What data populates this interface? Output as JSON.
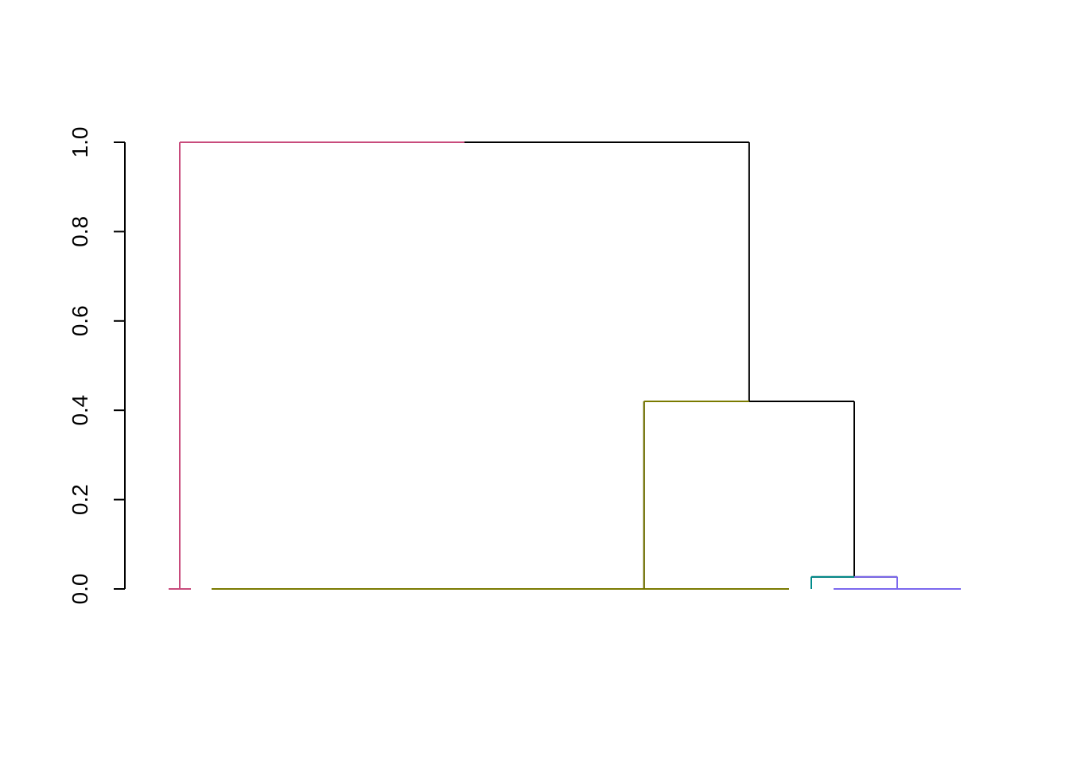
{
  "chart_data": {
    "type": "dendrogram",
    "title": "",
    "xlabel": "",
    "ylabel": "",
    "ylim": [
      0,
      1
    ],
    "y_ticks": [
      0.0,
      0.2,
      0.4,
      0.6,
      0.8,
      1.0
    ],
    "y_tick_labels": [
      "0.0",
      "0.2",
      "0.4",
      "0.6",
      "0.8",
      "1.0"
    ],
    "grid": false,
    "legend": "none",
    "leaf_order": [
      1,
      2,
      3,
      4,
      5,
      6,
      7
    ],
    "merges": [
      {
        "id": "m_a",
        "children": [
          "leaf:1",
          "leaf:2"
        ],
        "height": 0.0,
        "color": "#C84B7C"
      },
      {
        "id": "m_b",
        "children": [
          "leaf:3",
          "leaf:4"
        ],
        "height": 0.0,
        "color": "#7A7A00"
      },
      {
        "id": "m_c",
        "children": [
          "leaf:5",
          "leaf:6"
        ],
        "height": 0.0,
        "color": "#7A7A00"
      },
      {
        "id": "m_d",
        "children": [
          "m_b",
          "m_c"
        ],
        "height": 0.0,
        "color": "#7A7A00"
      },
      {
        "id": "m_e",
        "children": [
          "m_d",
          "leaf:7"
        ],
        "height": 0.0,
        "color": "#7A7A00"
      },
      {
        "id": "m_f",
        "children": [
          "leaf:8",
          "leaf:9"
        ],
        "height": 0.0,
        "color": "#008B8B"
      },
      {
        "id": "m_g",
        "children": [
          "leaf:10",
          "leaf:11"
        ],
        "height": 0.0,
        "color": "#7B68EE"
      },
      {
        "id": "m_h",
        "children": [
          "m_f",
          "m_g"
        ],
        "height": 0.027,
        "color": "#000000"
      },
      {
        "id": "m_i",
        "children": [
          "m_e",
          "m_h"
        ],
        "height": 0.42,
        "color": "#000000"
      },
      {
        "id": "m_j",
        "children": [
          "m_a",
          "m_i"
        ],
        "height": 1.0,
        "color": "#000000"
      }
    ],
    "colors": {
      "cluster1": "#C84B7C",
      "cluster2": "#7A7A00",
      "cluster3": "#008B8B",
      "cluster4": "#7B68EE",
      "axis": "#000000"
    }
  }
}
